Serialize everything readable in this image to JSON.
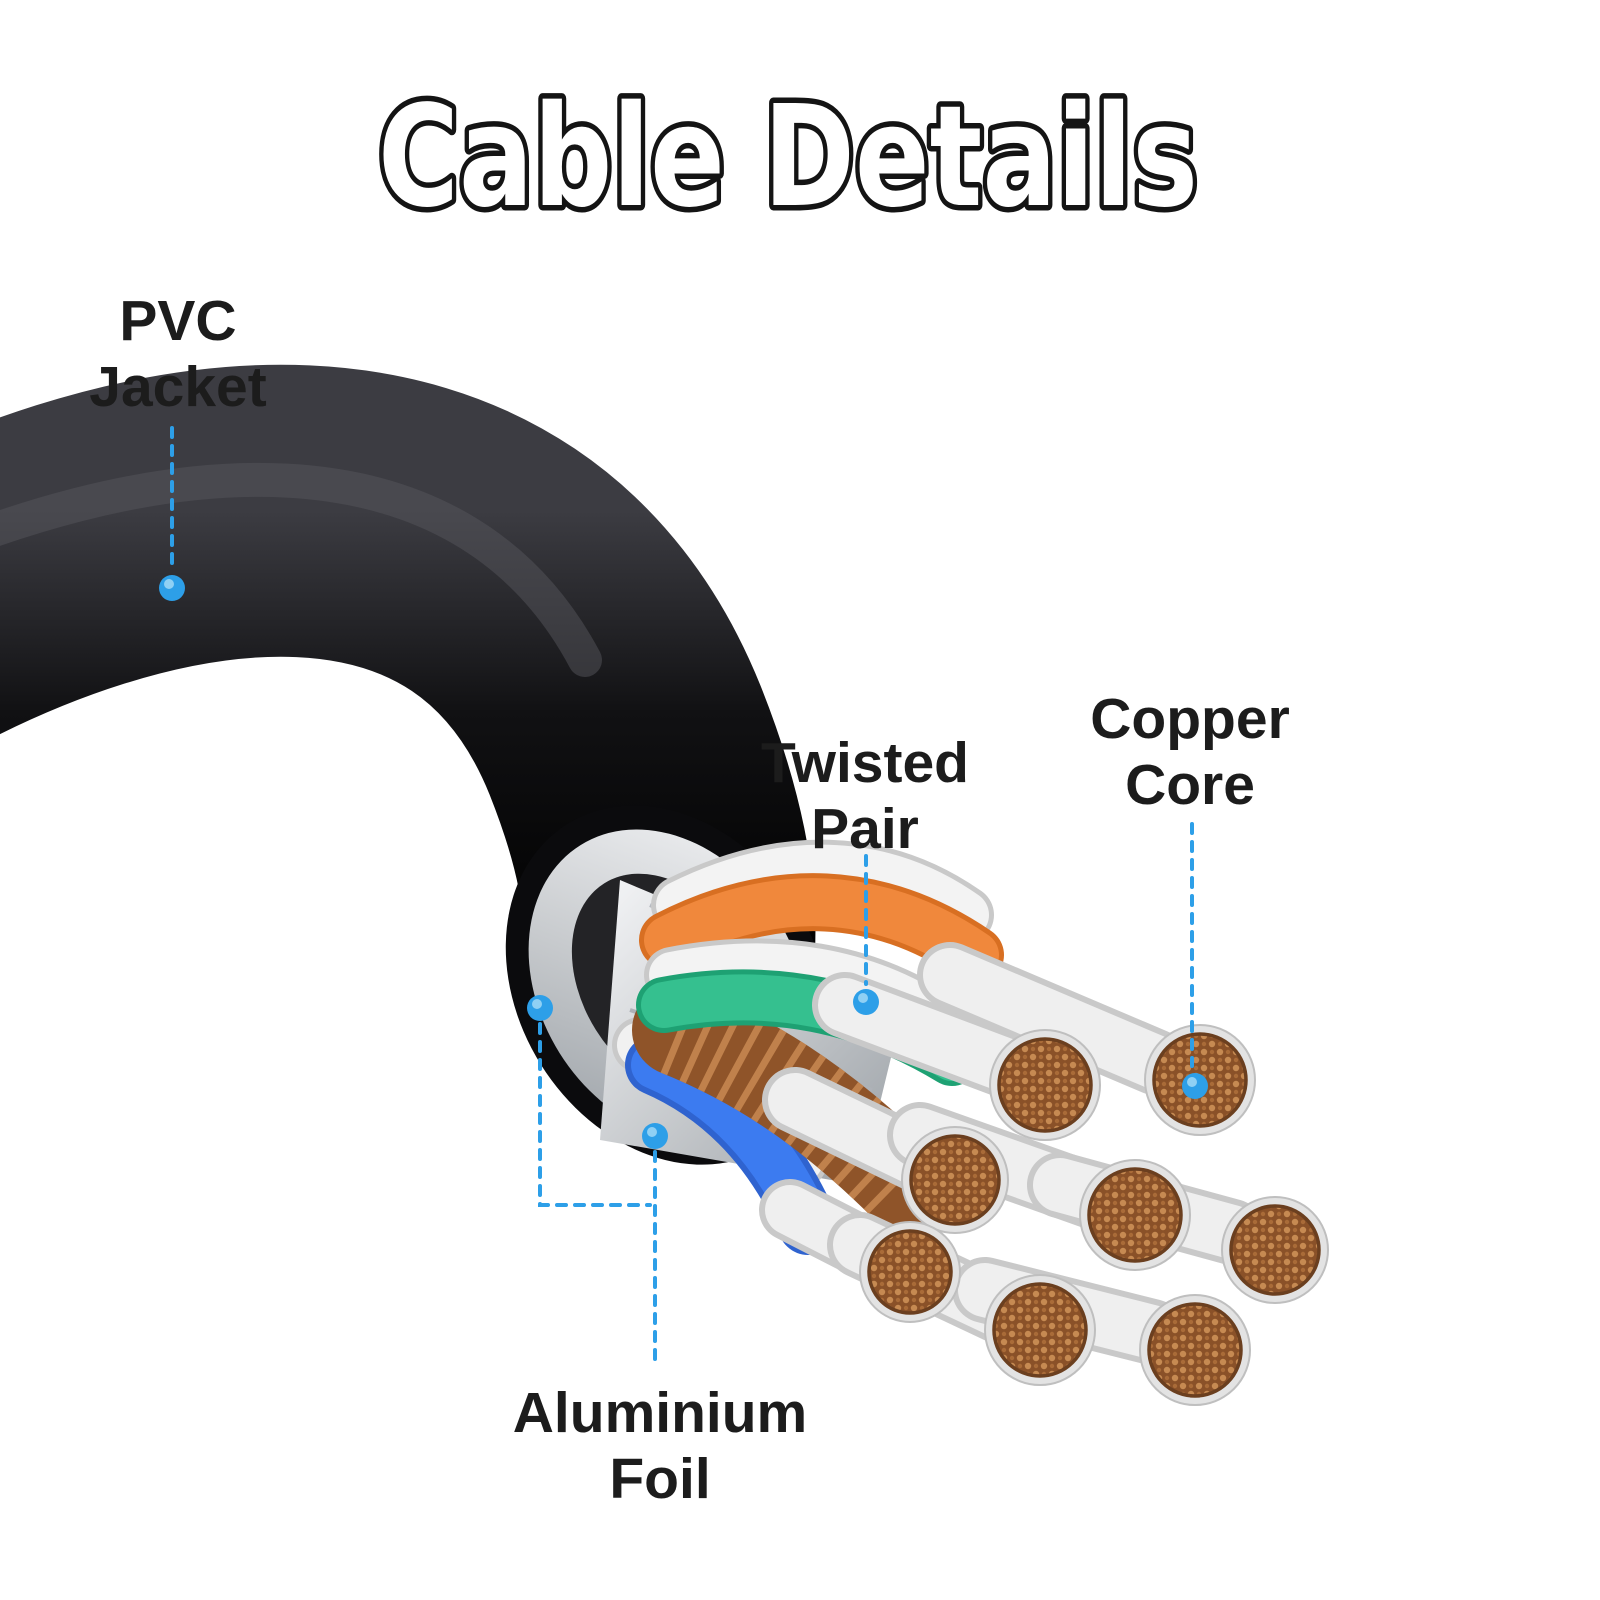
{
  "title": "Cable Details",
  "labels": {
    "pvc_jacket": "PVC\nJacket",
    "twisted_pair": "Twisted\nPair",
    "copper_core": "Copper\nCore",
    "aluminium_foil": "Aluminium\nFoil"
  },
  "icons": {
    "callout_marker": "blue-dot"
  },
  "colors": {
    "accent_blue": "#2D9FE8",
    "jacket_black": "#0b0b0d",
    "foil_silver": "#d9dadc",
    "copper": "#a4673a",
    "wire_orange": "#F0883C",
    "wire_green": "#35C08F",
    "wire_blue": "#3C7BF0",
    "wire_white": "#f3f3f3",
    "text_black": "#1c1c1c",
    "background": "#ffffff"
  }
}
